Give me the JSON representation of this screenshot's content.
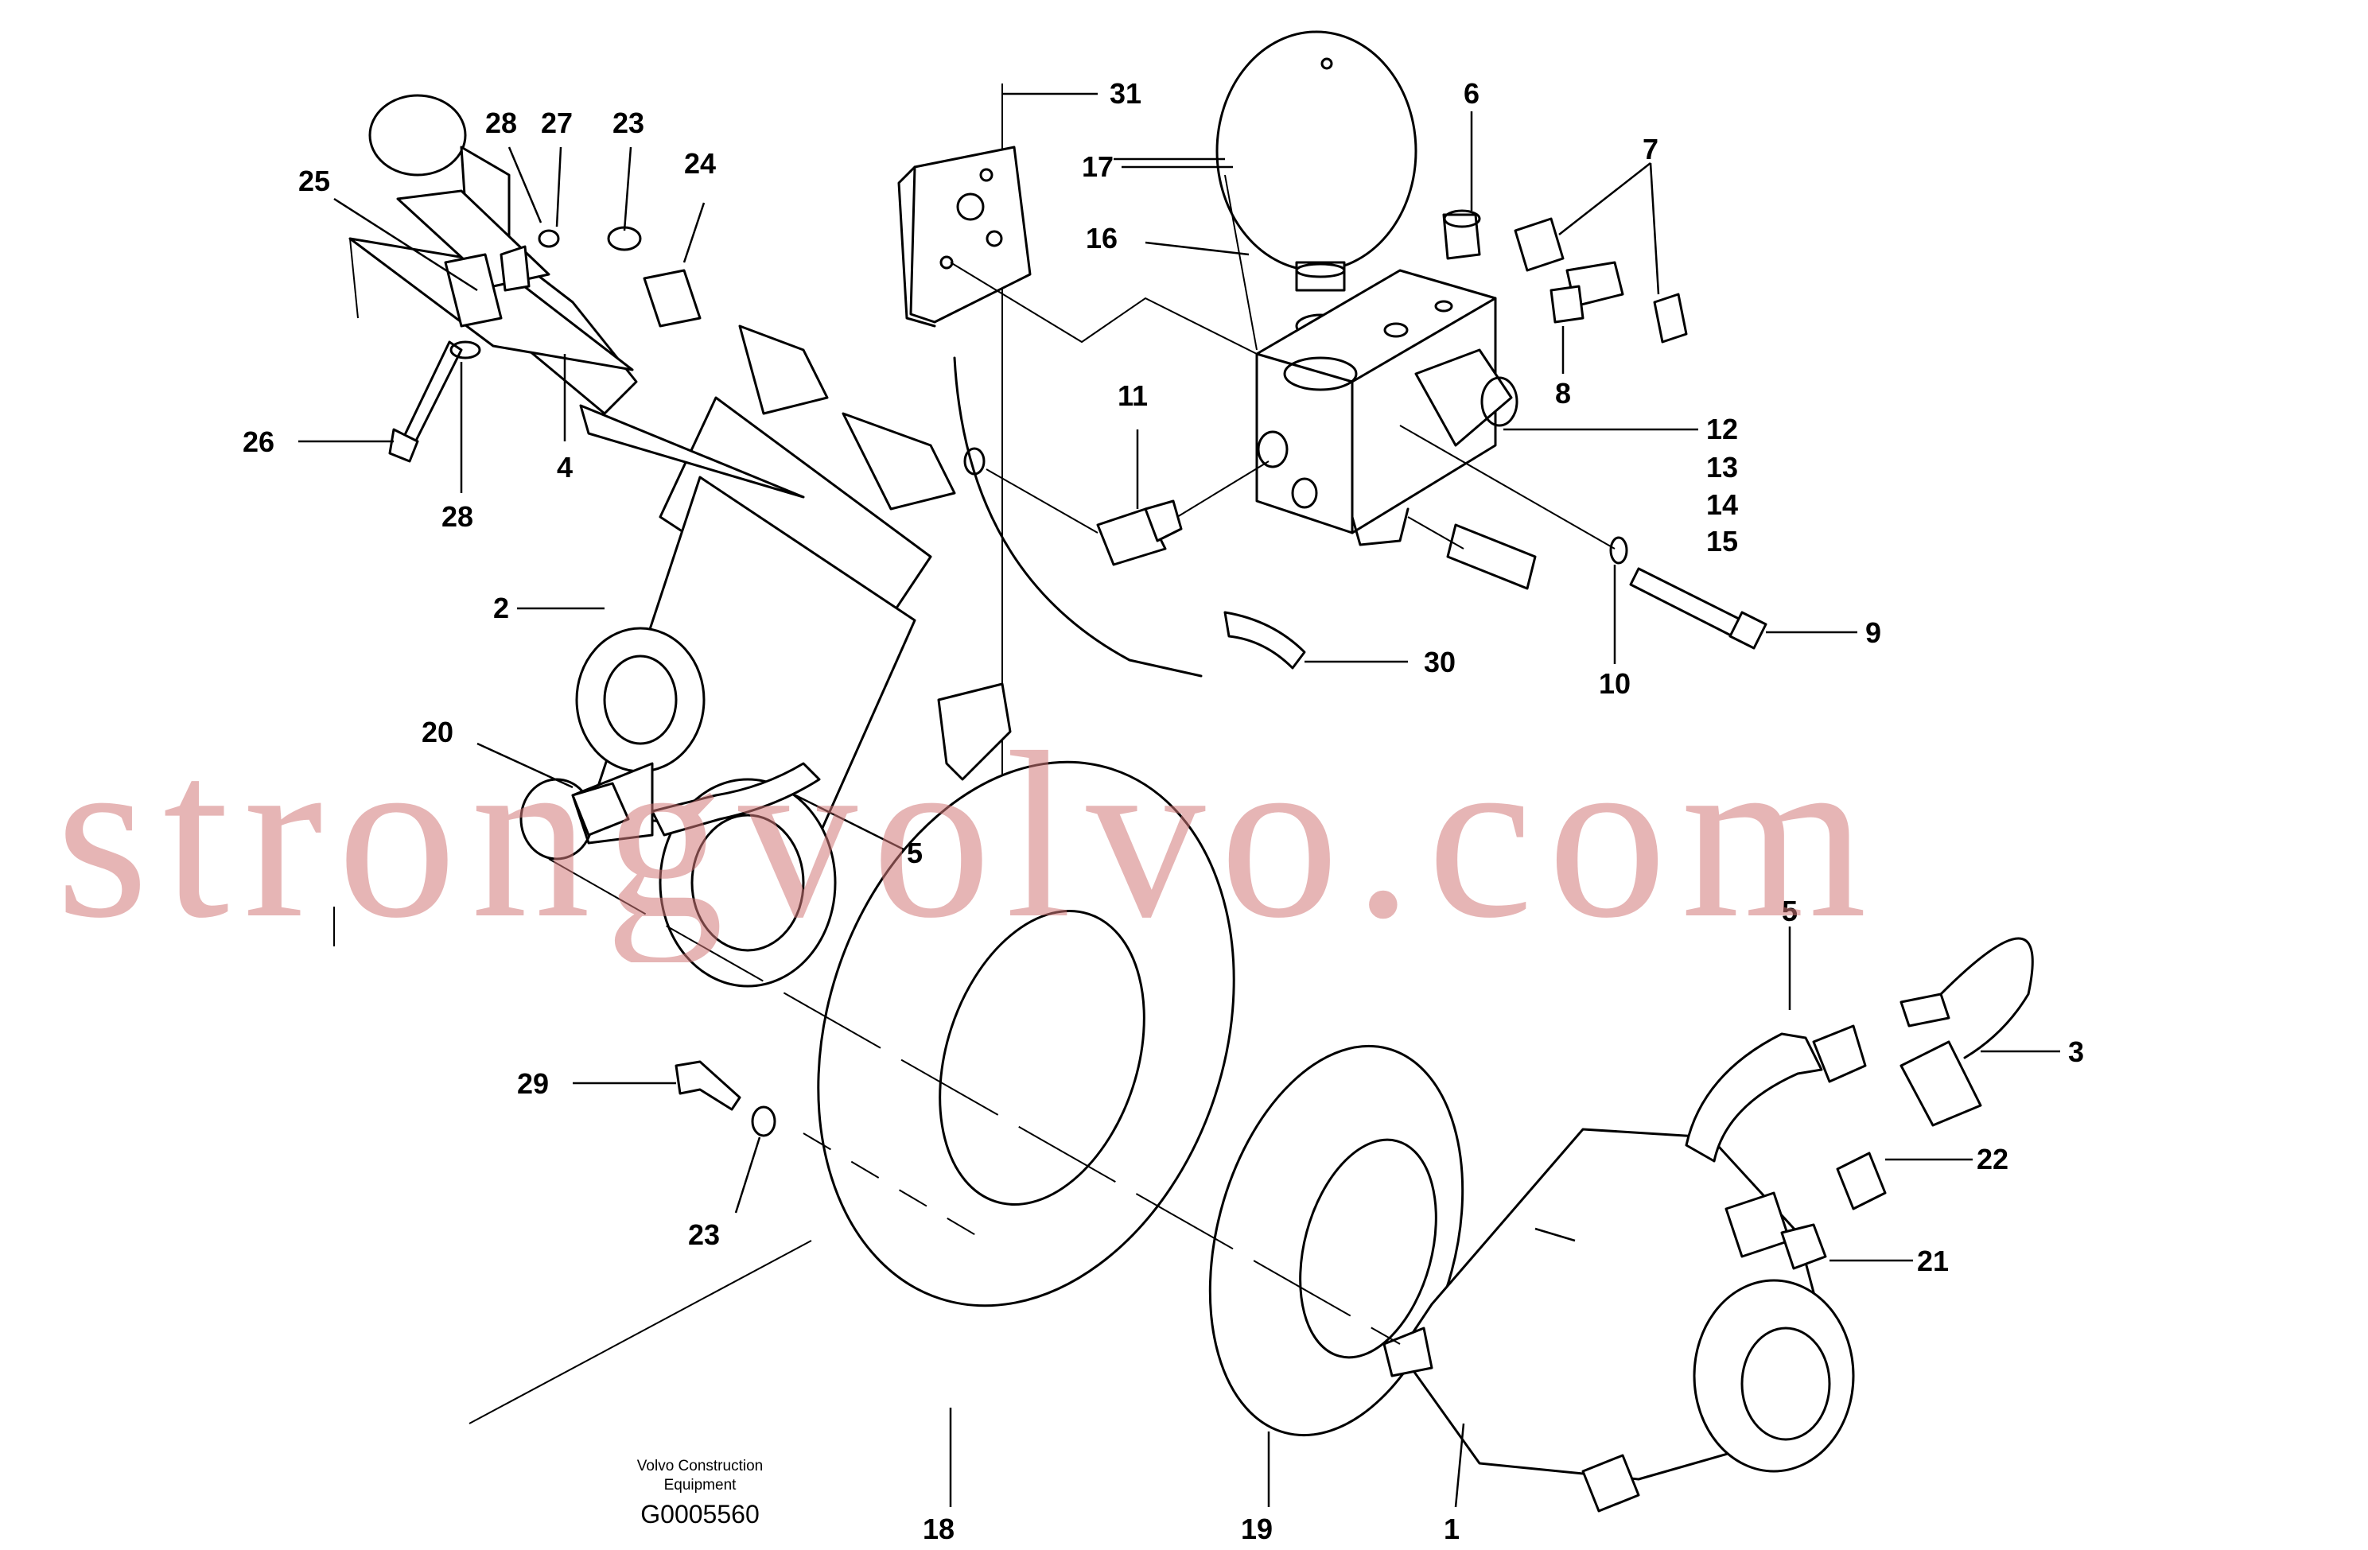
{
  "figure": {
    "company_line1": "Volvo Construction",
    "company_line2": "Equipment",
    "figure_code": "G0005560",
    "watermark": "strongvolvo.com"
  },
  "callouts": {
    "c1": "1",
    "c2": "2",
    "c3": "3",
    "c4": "4",
    "c5a": "5",
    "c5b": "5",
    "c6": "6",
    "c7": "7",
    "c8": "8",
    "c9": "9",
    "c10": "10",
    "c11": "11",
    "c12": "12",
    "c13": "13",
    "c14": "14",
    "c15": "15",
    "c16": "16",
    "c17": "17",
    "c18": "18",
    "c19": "19",
    "c20": "20",
    "c21": "21",
    "c22": "22",
    "c23a": "23",
    "c23b": "23",
    "c24": "24",
    "c25": "25",
    "c26": "26",
    "c27": "27",
    "c28a": "28",
    "c28b": "28",
    "c29": "29",
    "c30": "30",
    "c31": "31"
  }
}
